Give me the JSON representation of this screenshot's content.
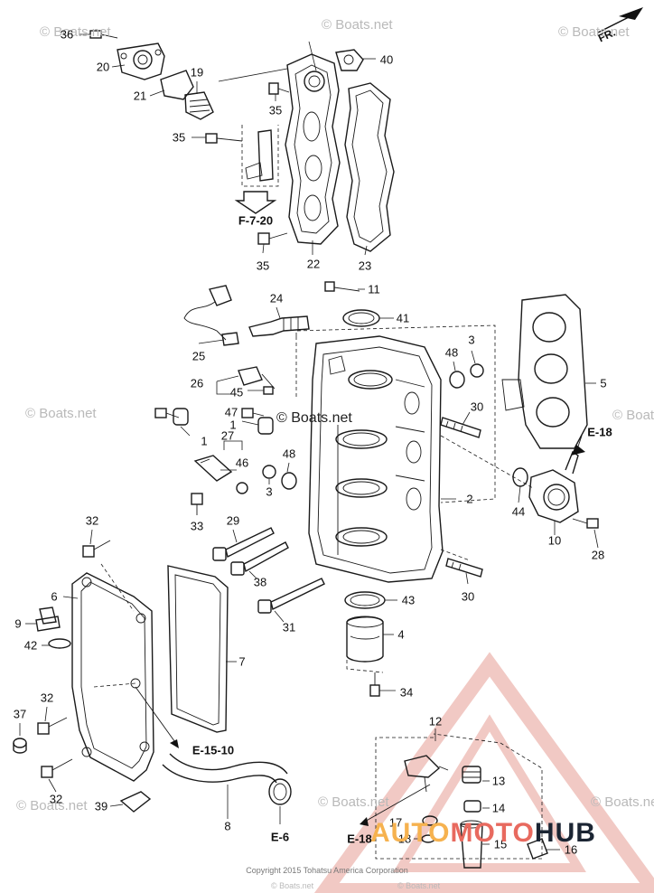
{
  "callouts": [
    "36",
    "20",
    "21",
    "19",
    "40",
    "35",
    "35",
    "F-7-20",
    "35",
    "22",
    "23",
    "11",
    "24",
    "41",
    "25",
    "48",
    "3",
    "5",
    "26",
    "45",
    "30",
    "47",
    "1",
    "1",
    "E-18",
    "27",
    "46",
    "48",
    "3",
    "2",
    "44",
    "33",
    "29",
    "10",
    "28",
    "32",
    "38",
    "6",
    "30",
    "9",
    "42",
    "43",
    "31",
    "7",
    "4",
    "34",
    "32",
    "37",
    "E-15-10",
    "12",
    "32",
    "39",
    "13",
    "14",
    "8",
    "17",
    "E-18",
    "18",
    "15",
    "16",
    "E-6"
  ],
  "watermarks": [
    "© Boats.net",
    "© Boats.net",
    "© Boats.net",
    "© Boats.net",
    "© Boats.net",
    "© Boats.net",
    "© Boats.net",
    "© Boats.net",
    "© Boats.net",
    "© Boats.net",
    "© Boats.net"
  ],
  "direction_marker": "FR.",
  "copyright": "Copyright 2015 Tohatsu America Corporation",
  "logo": {
    "part1": "AUTO",
    "part2": "MOTO",
    "part3": "HUB"
  },
  "colors": {
    "line": "#1a1a1a",
    "watermark": "#b9b9b9",
    "logo_orange": "#f6b24f",
    "logo_red": "#e86a5f",
    "logo_dark": "#1b2533"
  }
}
